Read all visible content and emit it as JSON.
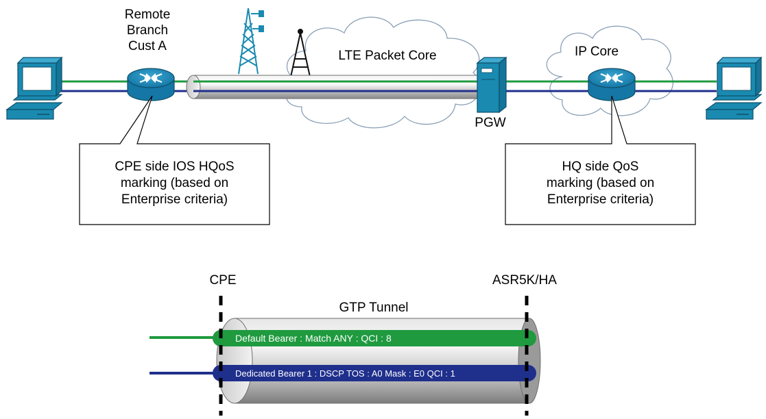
{
  "top": {
    "remote_branch": [
      "Remote",
      "Branch",
      "Cust A"
    ],
    "lte_core": "LTE Packet Core",
    "ip_core": "IP Core",
    "pgw": "PGW",
    "left_callout": [
      "CPE side IOS HQoS",
      "marking (based on",
      "Enterprise criteria)"
    ],
    "right_callout": [
      "HQ side QoS",
      "marking (based on",
      "Enterprise criteria)"
    ]
  },
  "bottom": {
    "cpe": "CPE",
    "asr": "ASR5K/HA",
    "tunnel": "GTP Tunnel",
    "default_bearer": "Default Bearer  : Match ANY : QCI : 8",
    "dedicated_bearer": "Dedicated Bearer 1  : DSCP TOS : A0 Mask : E0 QCI : 1"
  },
  "colors": {
    "green_line": "#1f9a3f",
    "blue_line": "#1f2f8c",
    "device_teal": "#1a8ab0",
    "router_blue": "#1a7fb0"
  }
}
